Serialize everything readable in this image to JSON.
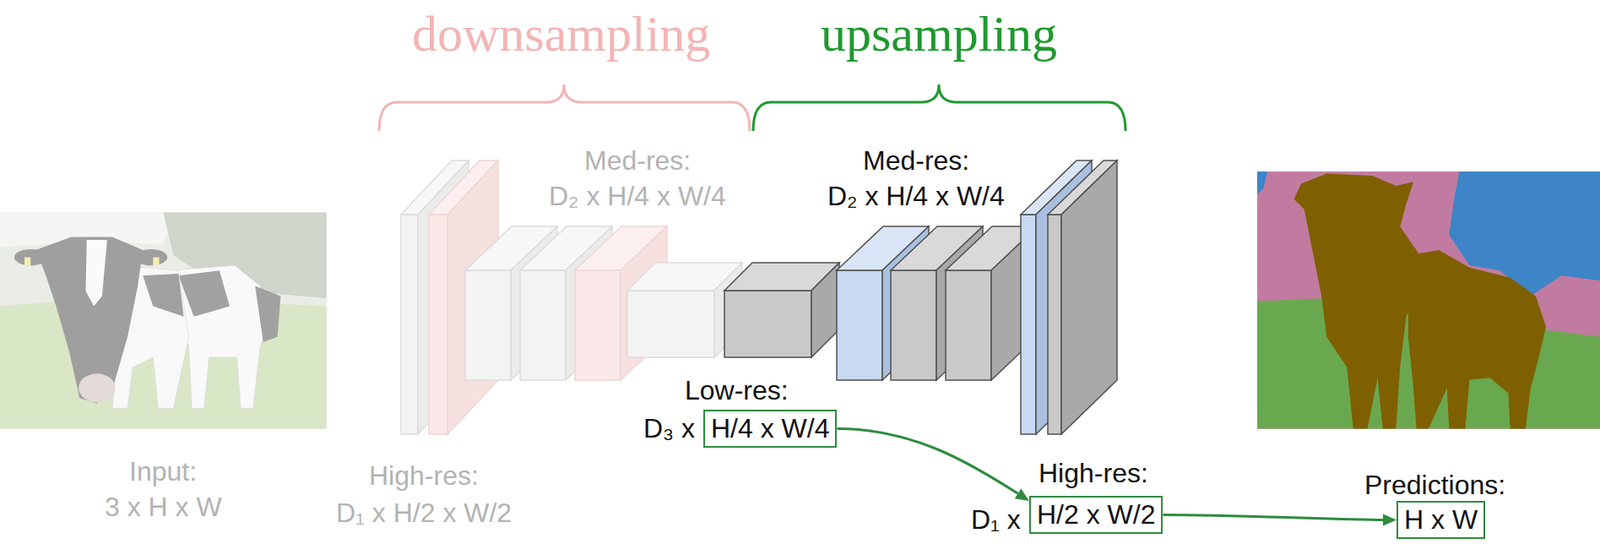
{
  "diagram": {
    "nodes": [
      {
        "text": [
          "H/4 x W/4"
        ]
      },
      {
        "text": [
          "H/2 x W/2"
        ]
      },
      {
        "text": [
          "H x W"
        ]
      }
    ],
    "edges": [
      {
        "from": 0,
        "to": 1,
        "arrow": "to"
      },
      {
        "from": 1,
        "to": 2,
        "arrow": "to"
      }
    ],
    "labels": [
      "downsampling",
      "upsampling",
      "Med-res:",
      "D₂ x H/4 x W/4",
      "Input:",
      "3 x H x W",
      "High-res:",
      "D₁ x H/2 x W/2",
      "Med-res:",
      "D₂ x H/4 x W/4",
      "Low-res:",
      "D₃ x",
      "High-res:",
      "D₁ x",
      "Predictions:"
    ]
  }
}
